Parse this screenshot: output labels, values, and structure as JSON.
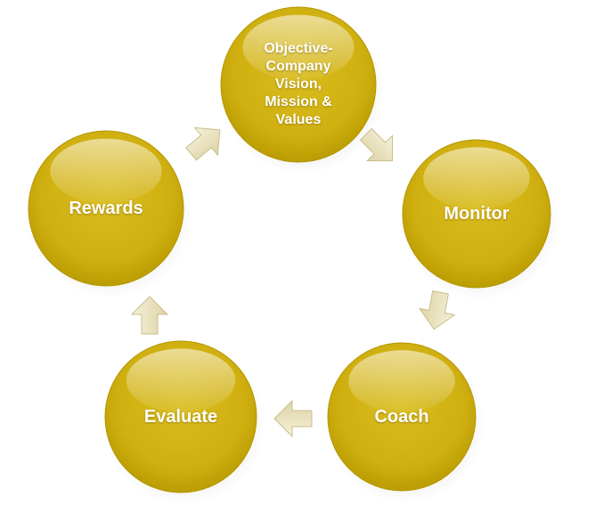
{
  "diagram": {
    "colors": {
      "node_fill": "#D4B414",
      "node_fill_dark": "#B49600",
      "node_highlight": "#F7EDA0",
      "arrow_fill": "#ECE6C8",
      "arrow_stroke": "#C9BE8A",
      "text": "#FFFFFF"
    },
    "nodes": [
      {
        "id": "objective",
        "label": "Objective-\nCompany\nVision,\nMission &\nValues"
      },
      {
        "id": "monitor",
        "label": "Monitor"
      },
      {
        "id": "coach",
        "label": "Coach"
      },
      {
        "id": "evaluate",
        "label": "Evaluate"
      },
      {
        "id": "rewards",
        "label": "Rewards"
      }
    ],
    "arrows": [
      {
        "from": "objective",
        "to": "monitor"
      },
      {
        "from": "monitor",
        "to": "coach"
      },
      {
        "from": "coach",
        "to": "evaluate"
      },
      {
        "from": "evaluate",
        "to": "rewards"
      },
      {
        "from": "rewards",
        "to": "objective"
      }
    ]
  }
}
